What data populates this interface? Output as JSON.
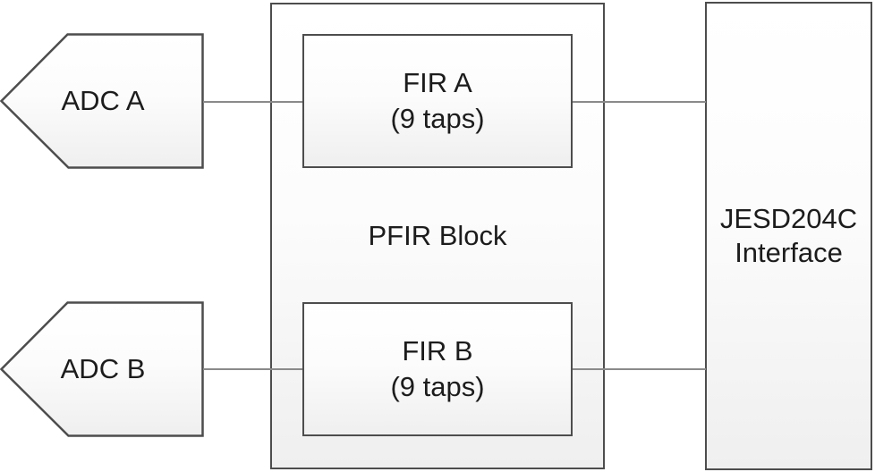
{
  "diagram": {
    "type": "block-diagram",
    "background_color": "#ffffff",
    "block_border_color": "#4d4d4d",
    "connector_color": "#8a8a8a",
    "block_fill_top": "#ffffff",
    "block_fill_bottom": "#efefef",
    "text_color": "#1c1c1c"
  },
  "blocks": {
    "adc_a": {
      "label": "ADC A",
      "shape": "left-arrow-pentagon"
    },
    "adc_b": {
      "label": "ADC B",
      "shape": "left-arrow-pentagon"
    },
    "pfir": {
      "label": "PFIR Block",
      "shape": "container-rect"
    },
    "fir_a": {
      "line1": "FIR A",
      "line2": "(9 taps)",
      "shape": "rect"
    },
    "fir_b": {
      "line1": "FIR B",
      "line2": "(9 taps)",
      "shape": "rect"
    },
    "jesd": {
      "line1": "JESD204C",
      "line2": "Interface",
      "shape": "rect"
    }
  },
  "connections": [
    {
      "from": "adc_a",
      "to": "fir_a"
    },
    {
      "from": "fir_a",
      "to": "jesd"
    },
    {
      "from": "adc_b",
      "to": "fir_b"
    },
    {
      "from": "fir_b",
      "to": "jesd"
    }
  ]
}
